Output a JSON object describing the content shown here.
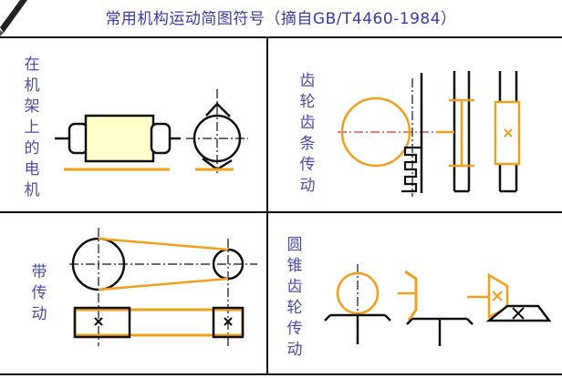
{
  "title": "常用机构运动简图符号（摘自GB/T4460-1984）",
  "cells": {
    "motor": {
      "label": "在机架上的电机"
    },
    "rack": {
      "label": "齿轮齿条传动"
    },
    "belt": {
      "label": "带传动"
    },
    "bevel": {
      "label": "圆锥齿轮传动"
    }
  },
  "colors": {
    "title": "#3a3aa8",
    "label": "#4b4bb0",
    "accent": "#f2a01c",
    "fill": "#ffffcc",
    "line": "#111111",
    "centerline": "#cc3333"
  }
}
